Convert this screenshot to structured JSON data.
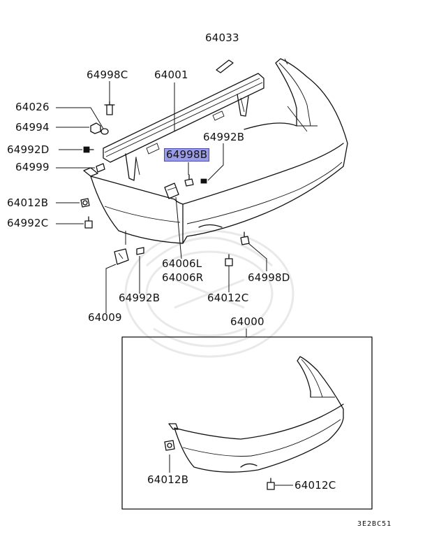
{
  "diagram": {
    "labels": {
      "p64033": "64033",
      "p64998C": "64998C",
      "p64001": "64001",
      "p64026": "64026",
      "p64994": "64994",
      "p64992D": "64992D",
      "p64999": "64999",
      "p64992B_top": "64992B",
      "p64998B": "64998B",
      "p64012B_left": "64012B",
      "p64992C": "64992C",
      "p64006L": "64006L",
      "p64006R": "64006R",
      "p64992B_bottom": "64992B",
      "p64009": "64009",
      "p64012C_mid": "64012C",
      "p64998D": "64998D",
      "p64000": "64000",
      "p64012B_box": "64012B",
      "p64012C_box": "64012C",
      "code": "3E2BC51"
    },
    "highlighted_part": "64998B",
    "highlight_color": "#9c9ce4"
  }
}
